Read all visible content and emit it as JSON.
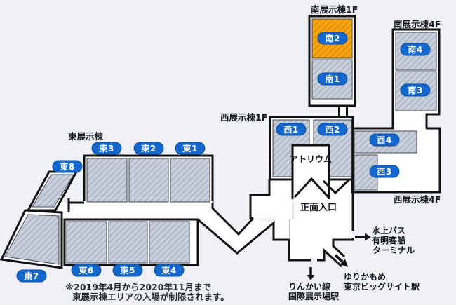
{
  "sections": {
    "south_1f": "南展示棟1F",
    "south_4f": "南展示棟4F",
    "west_1f": "西展示棟1F",
    "west_4f": "西展示棟4F",
    "east": "東展示棟"
  },
  "halls": {
    "south2": "南2",
    "south1": "南1",
    "south4": "南4",
    "south3": "南3",
    "west1": "西1",
    "west2": "西2",
    "west4": "西4",
    "west3": "西3",
    "east1": "東1",
    "east2": "東2",
    "east3": "東3",
    "east4": "東4",
    "east5": "東5",
    "east6": "東6",
    "east7": "東7",
    "east8": "東8"
  },
  "highlighted_hall": "南2",
  "places": {
    "atrium": "アトリウム",
    "main_entrance": "正面入口"
  },
  "access": {
    "water_bus": [
      "水上バス",
      "有明客船",
      "ターミナル"
    ],
    "yurikamome": [
      "ゆりかもめ",
      "東京ビッグサイト駅"
    ],
    "rinkai": [
      "りんかい線",
      "国際展示場駅"
    ]
  },
  "notice": [
    "※2019年4月から2020年11月まで",
    "東展示棟エリアの入場が制限されます。"
  ],
  "colors": {
    "background": "#EFF1F7",
    "hall_fill": "#C9CFDB",
    "hall_hatch": "#B0B8C8",
    "highlight_fill": "#F7A41A",
    "highlight_hatch": "#E39200",
    "badge_blue": "#1467CC",
    "outline": "#121212"
  }
}
